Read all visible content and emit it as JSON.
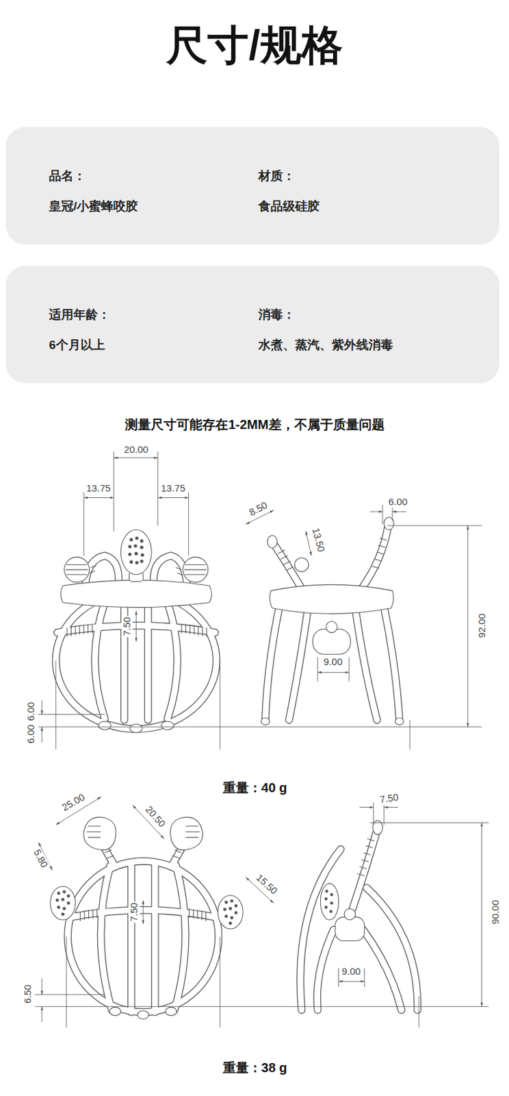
{
  "diagram": {
    "title": "尺寸/规格",
    "nodes": [
      {
        "text": [
          "品名：",
          "皇冠/小蜜蜂咬胶",
          "材质：",
          "食品级硅胶"
        ]
      },
      {
        "text": [
          "适用年龄：",
          "6个月以上",
          "消毒：",
          "水煮、蒸汽、紫外线消毒"
        ]
      }
    ],
    "labels": [
      "测量尺寸可能存在1-2MM差，不属于质量问题",
      "20.00",
      "13.75",
      "13.75",
      "8.50",
      "6.00",
      "13.50",
      "7.50",
      "9.00",
      "92.00",
      "6.00",
      "6.00",
      "重量：40 g",
      "25.00",
      "20.50",
      "5.80",
      "15.50",
      "7.50",
      "7.50",
      "9.00",
      "90.00",
      "6.50",
      "重量：38 g"
    ]
  }
}
